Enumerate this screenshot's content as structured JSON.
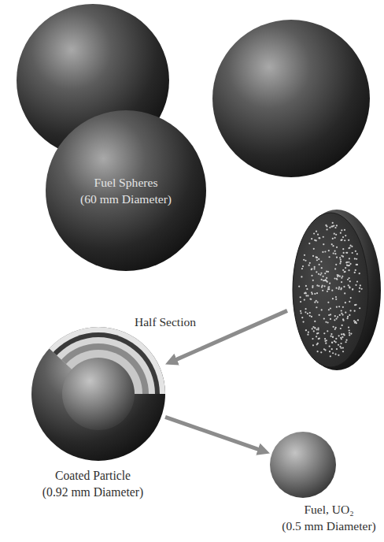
{
  "diagram": {
    "nodes": [
      {
        "text": [
          "Fuel Spheres (60 mm Diameter)"
        ]
      },
      {
        "text": [
          "Half Section"
        ]
      },
      {
        "text": [
          "Coated Particle (0.92 mm Diameter)"
        ]
      },
      {
        "text": [
          "Fuel, UO₂ (0.5 mm Diameter)"
        ]
      }
    ],
    "edges": [
      {
        "from": 1,
        "to": 2,
        "arrow": "to"
      },
      {
        "from": 2,
        "to": 3,
        "arrow": "to"
      }
    ]
  }
}
